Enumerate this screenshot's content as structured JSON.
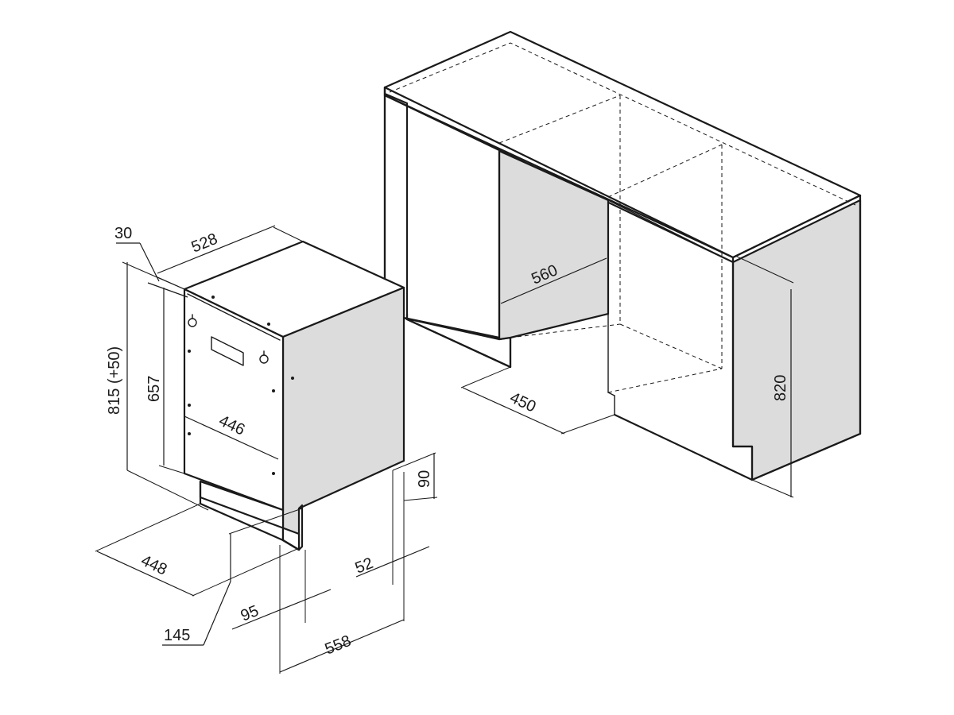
{
  "dimensions": {
    "d528": "528",
    "d30": "30",
    "d815": "815 (+50)",
    "d657": "657",
    "d446": "446",
    "d448": "448",
    "d145": "145",
    "d95": "95",
    "d558": "558",
    "d52": "52",
    "d90": "90",
    "d560": "560",
    "d450": "450",
    "d820": "820"
  },
  "colors": {
    "line": "#1a1a1a",
    "shade": "#dcdcdc",
    "background": "#ffffff"
  }
}
